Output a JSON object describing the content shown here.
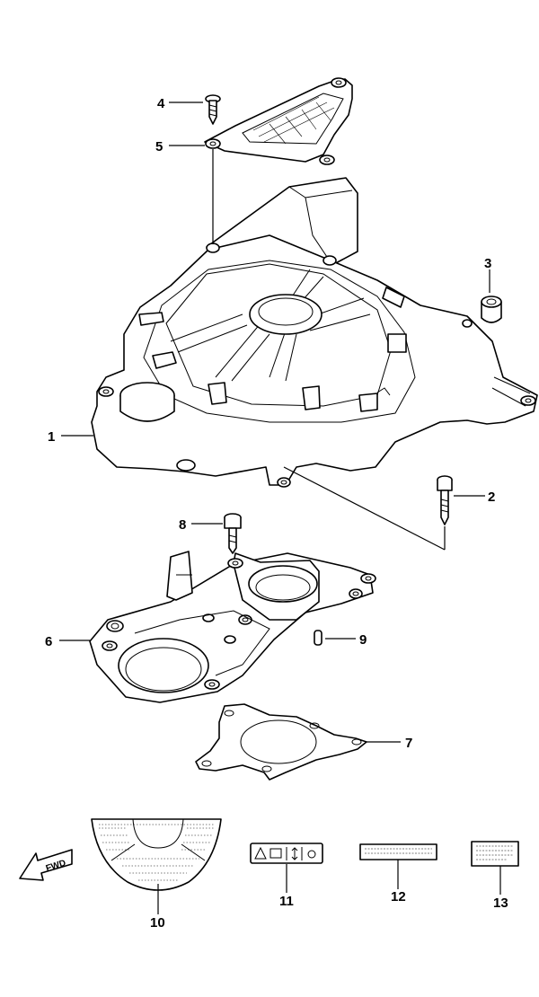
{
  "diagram": {
    "callouts": {
      "c1": "1",
      "c2": "2",
      "c3": "3",
      "c4": "4",
      "c5": "5",
      "c6": "6",
      "c7": "7",
      "c8": "8",
      "c9": "9",
      "c10": "10",
      "c11": "11",
      "c12": "12",
      "c13": "13"
    },
    "fwd_label": "FWD"
  }
}
